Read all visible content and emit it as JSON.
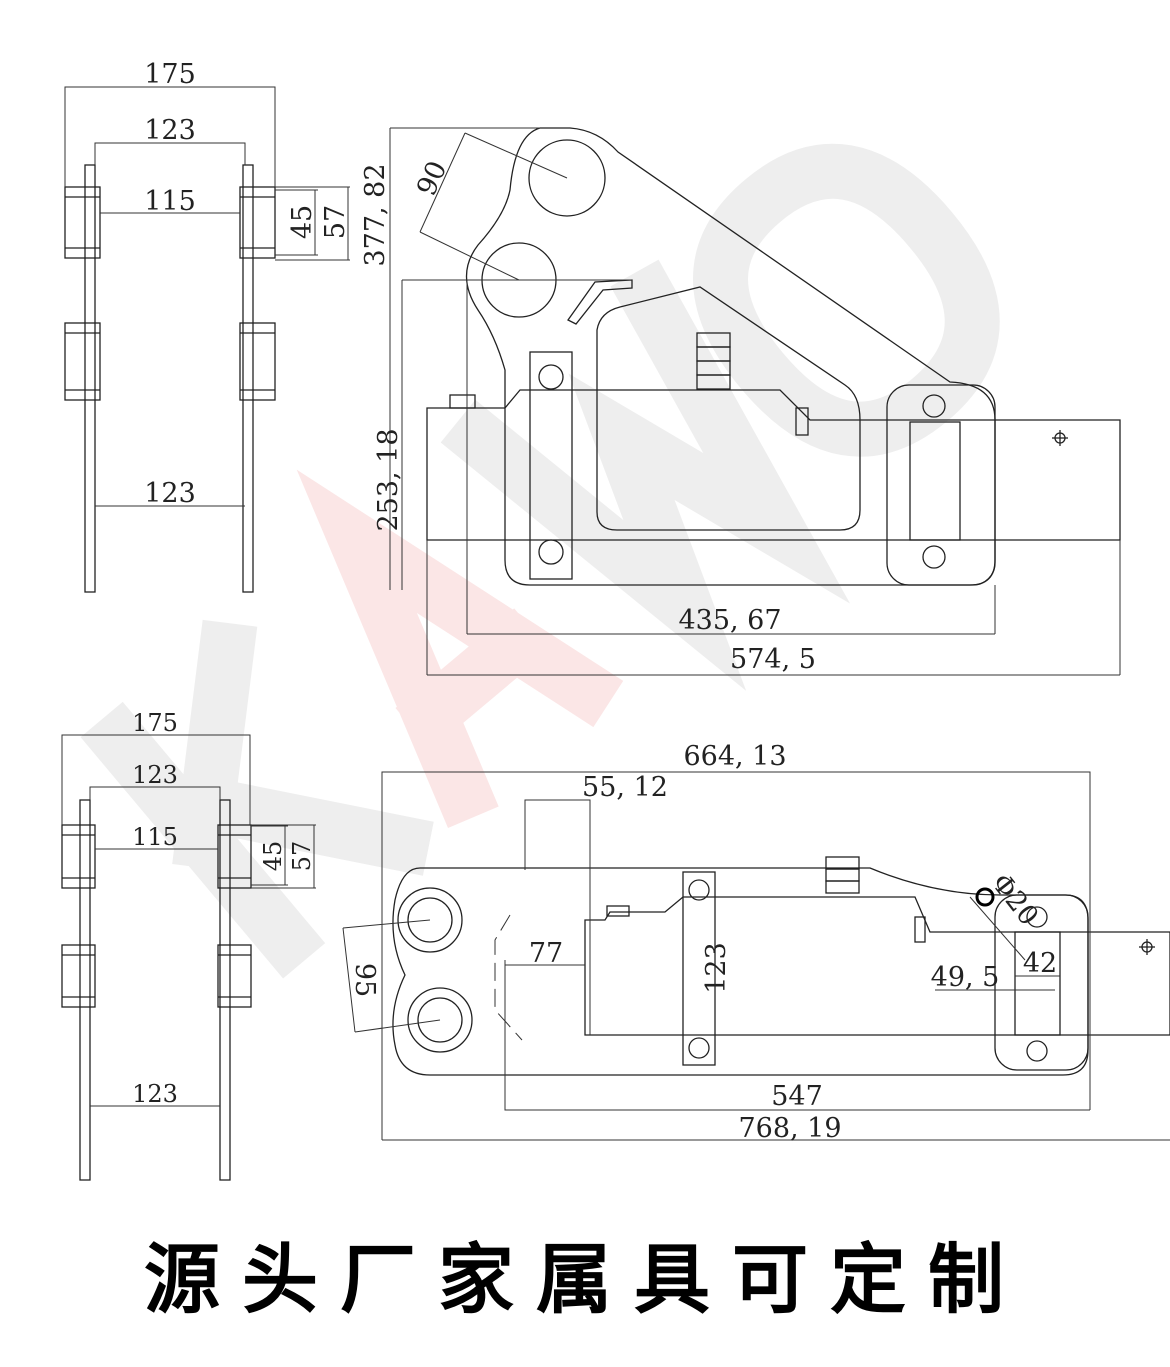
{
  "watermark": "KAIWO",
  "watermark_accent": "#f5b8b8",
  "views": {
    "top_front": {
      "width": "175",
      "inner_width": "123",
      "gap": "115",
      "lower_width": "123",
      "block_height": "45",
      "block_height_outer": "57"
    },
    "top_side": {
      "pin_distance": "90",
      "overall_height": "377, 82",
      "lower_height": "253, 18",
      "plate_length": "435, 67",
      "overall_length": "574, 5"
    },
    "bottom_front": {
      "width": "175",
      "inner_width": "123",
      "gap": "115",
      "lower_width": "123",
      "block_height": "45",
      "block_height_outer": "57"
    },
    "bottom_side": {
      "overall_top": "664, 13",
      "offset": "55, 12",
      "pin_distance": "95",
      "inset": "77",
      "clamp_height": "123",
      "bolt_dia": "Φ20",
      "tool_width": "42",
      "tool_offset": "49, 5",
      "plate_length": "547",
      "overall_length": "768, 19"
    }
  },
  "slogan": "源头厂家属具可定制"
}
